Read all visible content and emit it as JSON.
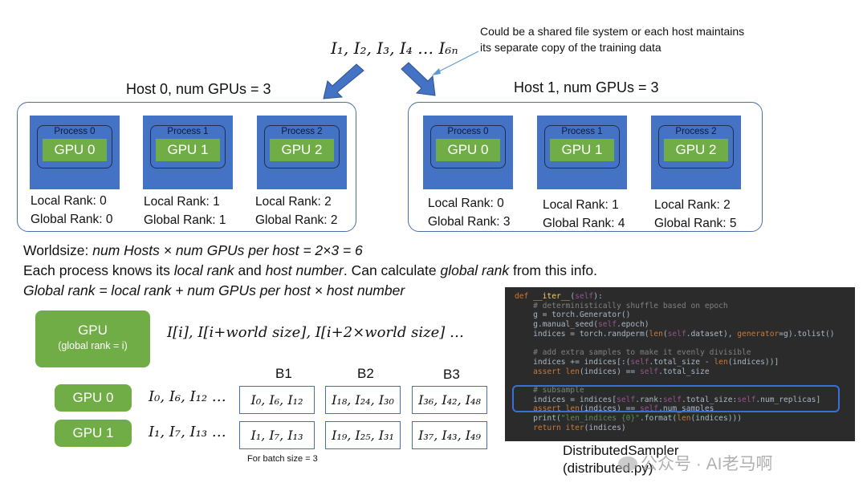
{
  "data_sequence": "I₁, I₂, I₃, I₄ … I₆ₙ",
  "note": {
    "line1": "Could be a shared file system or each host maintains",
    "line2": "its separate copy of the training data"
  },
  "hosts": [
    {
      "title": "Host 0, num GPUs = 3",
      "processes": [
        {
          "process": "Process 0",
          "gpu": "GPU 0",
          "local_rank": "Local Rank: 0",
          "global_rank": "Global Rank: 0"
        },
        {
          "process": "Process 1",
          "gpu": "GPU 1",
          "local_rank": "Local Rank: 1",
          "global_rank": "Global Rank: 1"
        },
        {
          "process": "Process 2",
          "gpu": "GPU 2",
          "local_rank": "Local Rank: 2",
          "global_rank": "Global Rank: 2"
        }
      ]
    },
    {
      "title": "Host 1, num GPUs = 3",
      "processes": [
        {
          "process": "Process 0",
          "gpu": "GPU 0",
          "local_rank": "Local Rank: 0",
          "global_rank": "Global Rank: 3"
        },
        {
          "process": "Process 1",
          "gpu": "GPU 1",
          "local_rank": "Local Rank: 1",
          "global_rank": "Global Rank: 4"
        },
        {
          "process": "Process 2",
          "gpu": "GPU 2",
          "local_rank": "Local Rank: 2",
          "global_rank": "Global Rank: 5"
        }
      ]
    }
  ],
  "text": {
    "worldsize_label": "Worldsize: ",
    "worldsize_formula": "num Hosts × num GPUs per host = 2×3 = 6",
    "line2_a": "Each process knows its ",
    "line2_b": "local rank",
    "line2_c": " and ",
    "line2_d": "host number",
    "line2_e": ". Can calculate ",
    "line2_f": "global rank",
    "line2_g": " from this info.",
    "line3": "Global rank = local rank + num GPUs per host × host number"
  },
  "gpu_generic": {
    "title": "GPU",
    "subtitle": "(global rank = i)"
  },
  "generic_sequence": "I[i], I[i+world size], I[i+2×world size] …",
  "batches": {
    "headers": [
      "B1",
      "B2",
      "B3"
    ],
    "rows": [
      {
        "gpu": "GPU 0",
        "sequence": "I₀, I₆, I₁₂ …",
        "cells": [
          "I₀, I₆, I₁₂",
          "I₁₈, I₂₄, I₃₀",
          "I₃₆, I₄₂, I₄₈"
        ]
      },
      {
        "gpu": "GPU 1",
        "sequence": "I₁, I₇, I₁₃ …",
        "cells": [
          "I₁, I₇, I₁₃",
          "I₁₉, I₂₅, I₃₁",
          "I₃₇, I₄₃, I₄₉"
        ]
      }
    ],
    "footnote": "For batch size = 3"
  },
  "code_caption": {
    "line1": "DistributedSampler",
    "line2": "(distributed.py)"
  },
  "watermark": "公众号 · AI老马啊",
  "colors": {
    "host_border": "#4a6fa5",
    "process_fill": "#4472c4",
    "gpu_fill": "#70ad47",
    "code_bg": "#2b2b2b",
    "highlight": "#3a6fd8"
  }
}
